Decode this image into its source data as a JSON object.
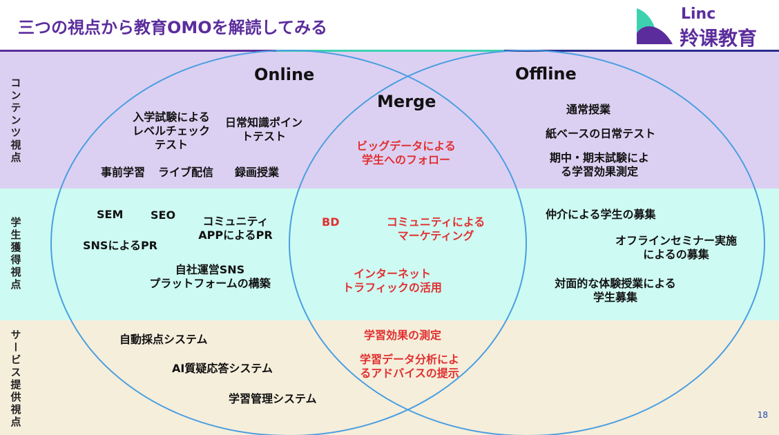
{
  "title": "三つの視点から教育OMOを解読してみる",
  "logo": {
    "name_en": "Linc",
    "name_cn": "羚课教育"
  },
  "headers": {
    "online": "Online",
    "merge": "Merge",
    "offline": "Offline"
  },
  "perspectives": {
    "content": "コンテンツ視点",
    "acquisition": "学生獲得視点",
    "service": "サービス提供視点"
  },
  "online": {
    "content": [
      "入学試験による\nレベルチェック\nテスト",
      "日常知識ポイン\nトテスト",
      "事前学習",
      "ライブ配信",
      "録画授業"
    ],
    "acquisition": [
      "SEM",
      "SEO",
      "コミュニティ\nAPPによるPR",
      "SNSによるPR",
      "自社運営SNS\nプラットフォームの構築"
    ],
    "service": [
      "自動採点システム",
      "AI質疑応答システム",
      "学習管理システム"
    ]
  },
  "merge": {
    "content": [
      "ビッグデータによる\n学生へのフォロー"
    ],
    "acquisition": [
      "BD",
      "コミュニティによる\nマーケティング",
      "インターネット\nトラフィックの活用"
    ],
    "service": [
      "学習効果の測定",
      "学習データ分析によ\nるアドバイスの提示"
    ]
  },
  "offline": {
    "content": [
      "通常授業",
      "紙ベースの日常テスト",
      "期中・期末試験によ\nる学習効果測定"
    ],
    "acquisition": [
      "仲介による学生の募集",
      "オフラインセミナー実施\nによるの募集",
      "対面的な体験授業による\n学生募集"
    ]
  },
  "page_number": "18",
  "colors": {
    "title": "#5b2d9c",
    "circle": "#4a9ee0",
    "merge_text": "#e03030",
    "band_content": "#dcd0f2",
    "band_acquisition": "#cdfaf2",
    "band_service": "#f5eedb"
  }
}
